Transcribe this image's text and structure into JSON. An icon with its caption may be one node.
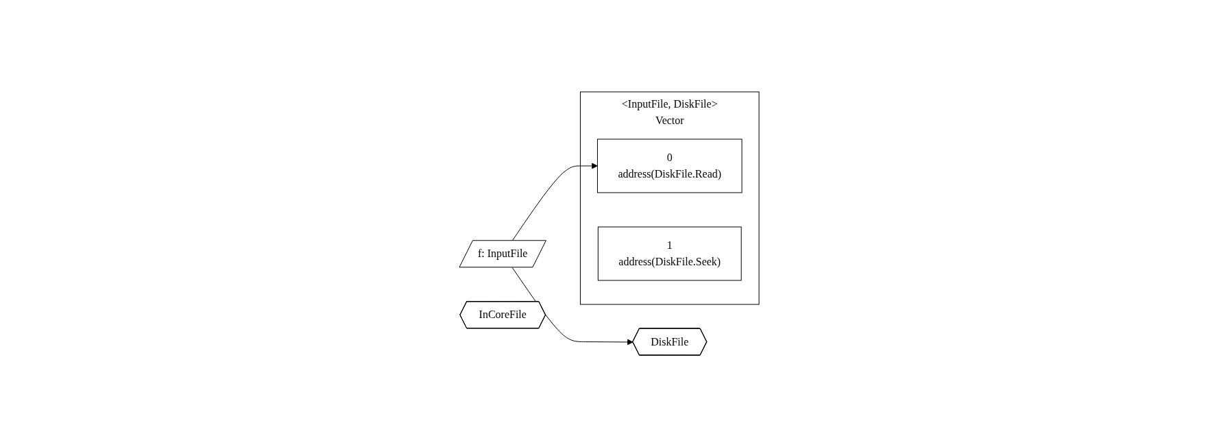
{
  "diagram": {
    "nodes": [
      {
        "text": [
          "f: InputFile"
        ]
      },
      {
        "text": [
          "DiskFile"
        ]
      },
      {
        "text": [
          "InCoreFile"
        ]
      },
      {
        "text": [
          "<InputFile, DiskFile>",
          "Vector"
        ]
      },
      {
        "text": [
          "0",
          "address(DiskFile.Read)"
        ],
        "in": 3
      },
      {
        "text": [
          "1",
          "address(DiskFile.Seek)"
        ],
        "in": 3
      }
    ],
    "edges": [
      {
        "from": 0,
        "to": 1,
        "arrow": "to"
      },
      {
        "from": 0,
        "to": 4,
        "arrow": "to"
      }
    ]
  }
}
